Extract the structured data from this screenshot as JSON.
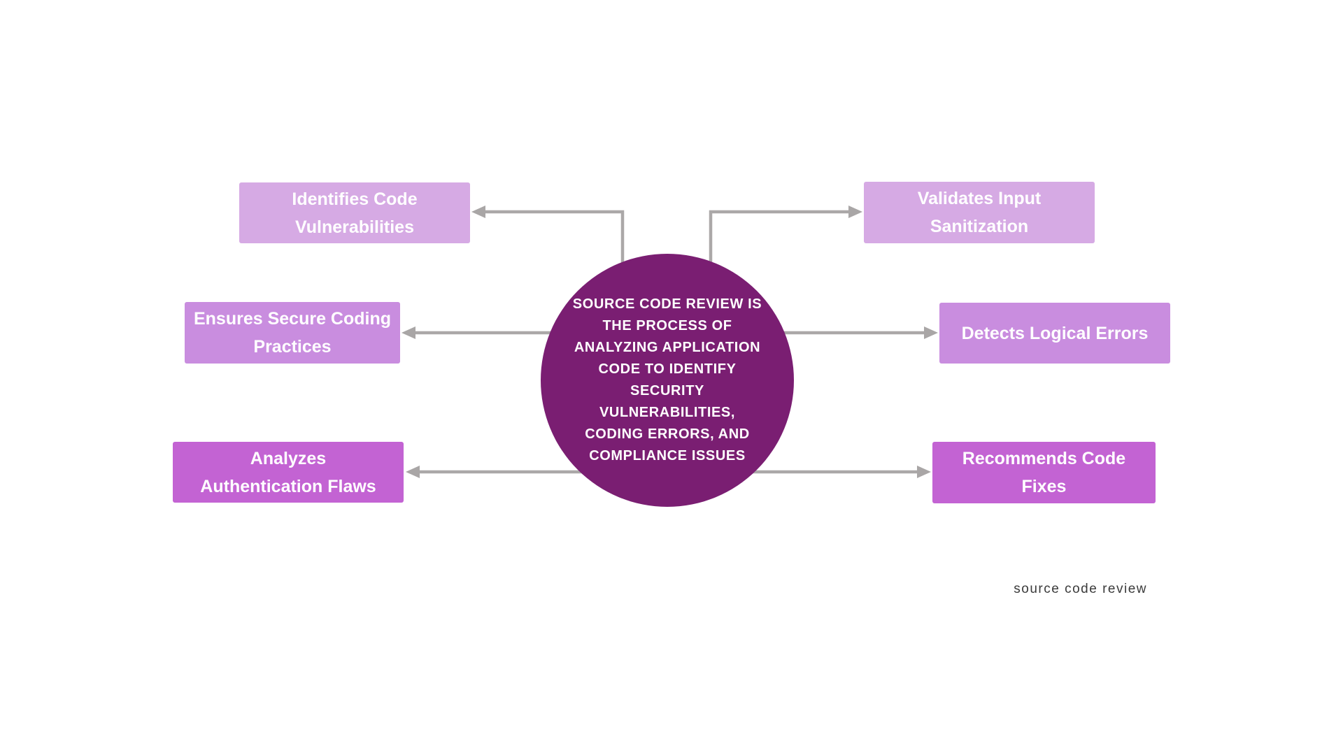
{
  "center_node": {
    "text": "SOURCE CODE REVIEW IS\nTHE PROCESS OF\nANALYZING APPLICATION\nCODE TO IDENTIFY\nSECURITY\nVULNERABILITIES,\nCODING ERRORS, AND\nCOMPLIANCE ISSUES",
    "background_color": "#7A1E72",
    "text_color": "#FFFFFF"
  },
  "branch_nodes": [
    {
      "label": "Identifies Code\nVulnerabilities",
      "position": "top-left",
      "background_color": "#D6AAE4",
      "text_color": "#FFFFFF"
    },
    {
      "label": "Validates Input\nSanitization",
      "position": "top-right",
      "background_color": "#D6AAE4",
      "text_color": "#FFFFFF"
    },
    {
      "label": "Ensures Secure Coding\nPractices",
      "position": "middle-left",
      "background_color": "#C98DDF",
      "text_color": "#FFFFFF"
    },
    {
      "label": "Detects Logical Errors",
      "position": "middle-right",
      "background_color": "#C98DDF",
      "text_color": "#FFFFFF"
    },
    {
      "label": "Analyzes\nAuthentication Flaws",
      "position": "bottom-left",
      "background_color": "#C363D3",
      "text_color": "#FFFFFF"
    },
    {
      "label": "Recommends Code\nFixes",
      "position": "bottom-right",
      "background_color": "#C363D3",
      "text_color": "#FFFFFF"
    }
  ],
  "connectors": {
    "line_color": "#ABA8A8",
    "arrow_color": "#A9A6A6"
  },
  "footer": {
    "caption": "source code review"
  }
}
